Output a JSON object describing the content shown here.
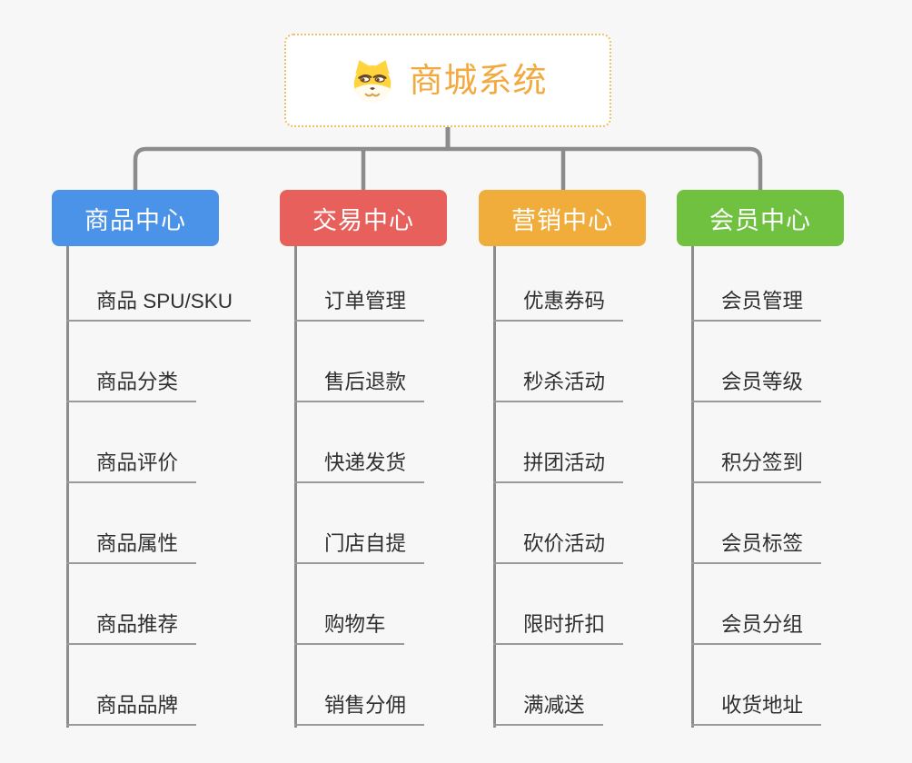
{
  "root_node": {
    "title": "商城系统",
    "icon": "shiba-dog-icon",
    "text_color": "#F2A93D",
    "border_color": "#F1BE66"
  },
  "branches": [
    {
      "label": "商品中心",
      "color": "#4B93E8",
      "items": [
        "商品 SPU/SKU",
        "商品分类",
        "商品评价",
        "商品属性",
        "商品推荐",
        "商品品牌"
      ]
    },
    {
      "label": "交易中心",
      "color": "#E8605C",
      "items": [
        "订单管理",
        "售后退款",
        "快递发货",
        "门店自提",
        "购物车",
        "销售分佣"
      ]
    },
    {
      "label": "营销中心",
      "color": "#F0AD3C",
      "items": [
        "优惠券码",
        "秒杀活动",
        "拼团活动",
        "砍价活动",
        "限时折扣",
        "满减送"
      ]
    },
    {
      "label": "会员中心",
      "color": "#6FC13F",
      "items": [
        "会员管理",
        "会员等级",
        "积分签到",
        "会员标签",
        "会员分组",
        "收货地址"
      ]
    }
  ],
  "colors": {
    "connector": "#8C8C8C",
    "leaf_underline": "#9A9A9A",
    "leaf_text": "#2F2F2F",
    "canvas_background": "#F7F7F7"
  }
}
